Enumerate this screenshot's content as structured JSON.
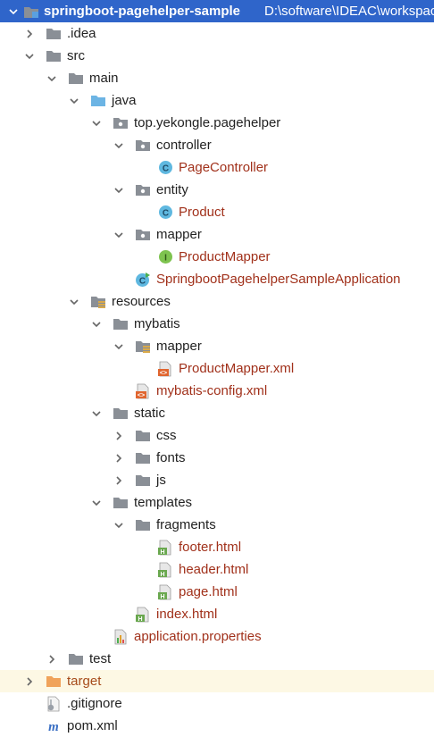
{
  "project": {
    "name": "springboot-pagehelper-sample",
    "path": "D:\\software\\IDEAC\\workspace"
  },
  "tree": {
    "idea": ".idea",
    "src": "src",
    "main": "main",
    "java": "java",
    "package": "top.yekongle.pagehelper",
    "controller": "controller",
    "page_controller": "PageController",
    "entity": "entity",
    "product": "Product",
    "mapper": "mapper",
    "product_mapper": "ProductMapper",
    "app_class": "SpringbootPagehelperSampleApplication",
    "resources": "resources",
    "mybatis": "mybatis",
    "res_mapper": "mapper",
    "product_mapper_xml": "ProductMapper.xml",
    "mybatis_config": "mybatis-config.xml",
    "static": "static",
    "css": "css",
    "fonts": "fonts",
    "js": "js",
    "templates": "templates",
    "fragments": "fragments",
    "footer": "footer.html",
    "header": "header.html",
    "page": "page.html",
    "index": "index.html",
    "app_props": "application.properties",
    "test": "test",
    "target": "target",
    "gitignore": ".gitignore",
    "pom": "pom.xml"
  },
  "colors": {
    "selection": "#2f65ca",
    "folder": "#8a8f96",
    "source_folder": "#6cb4e4",
    "excluded_folder": "#f0a35b",
    "class_icon": "#5fb8e0",
    "interface_icon": "#7ec34f",
    "file_red": "#a1311b"
  }
}
